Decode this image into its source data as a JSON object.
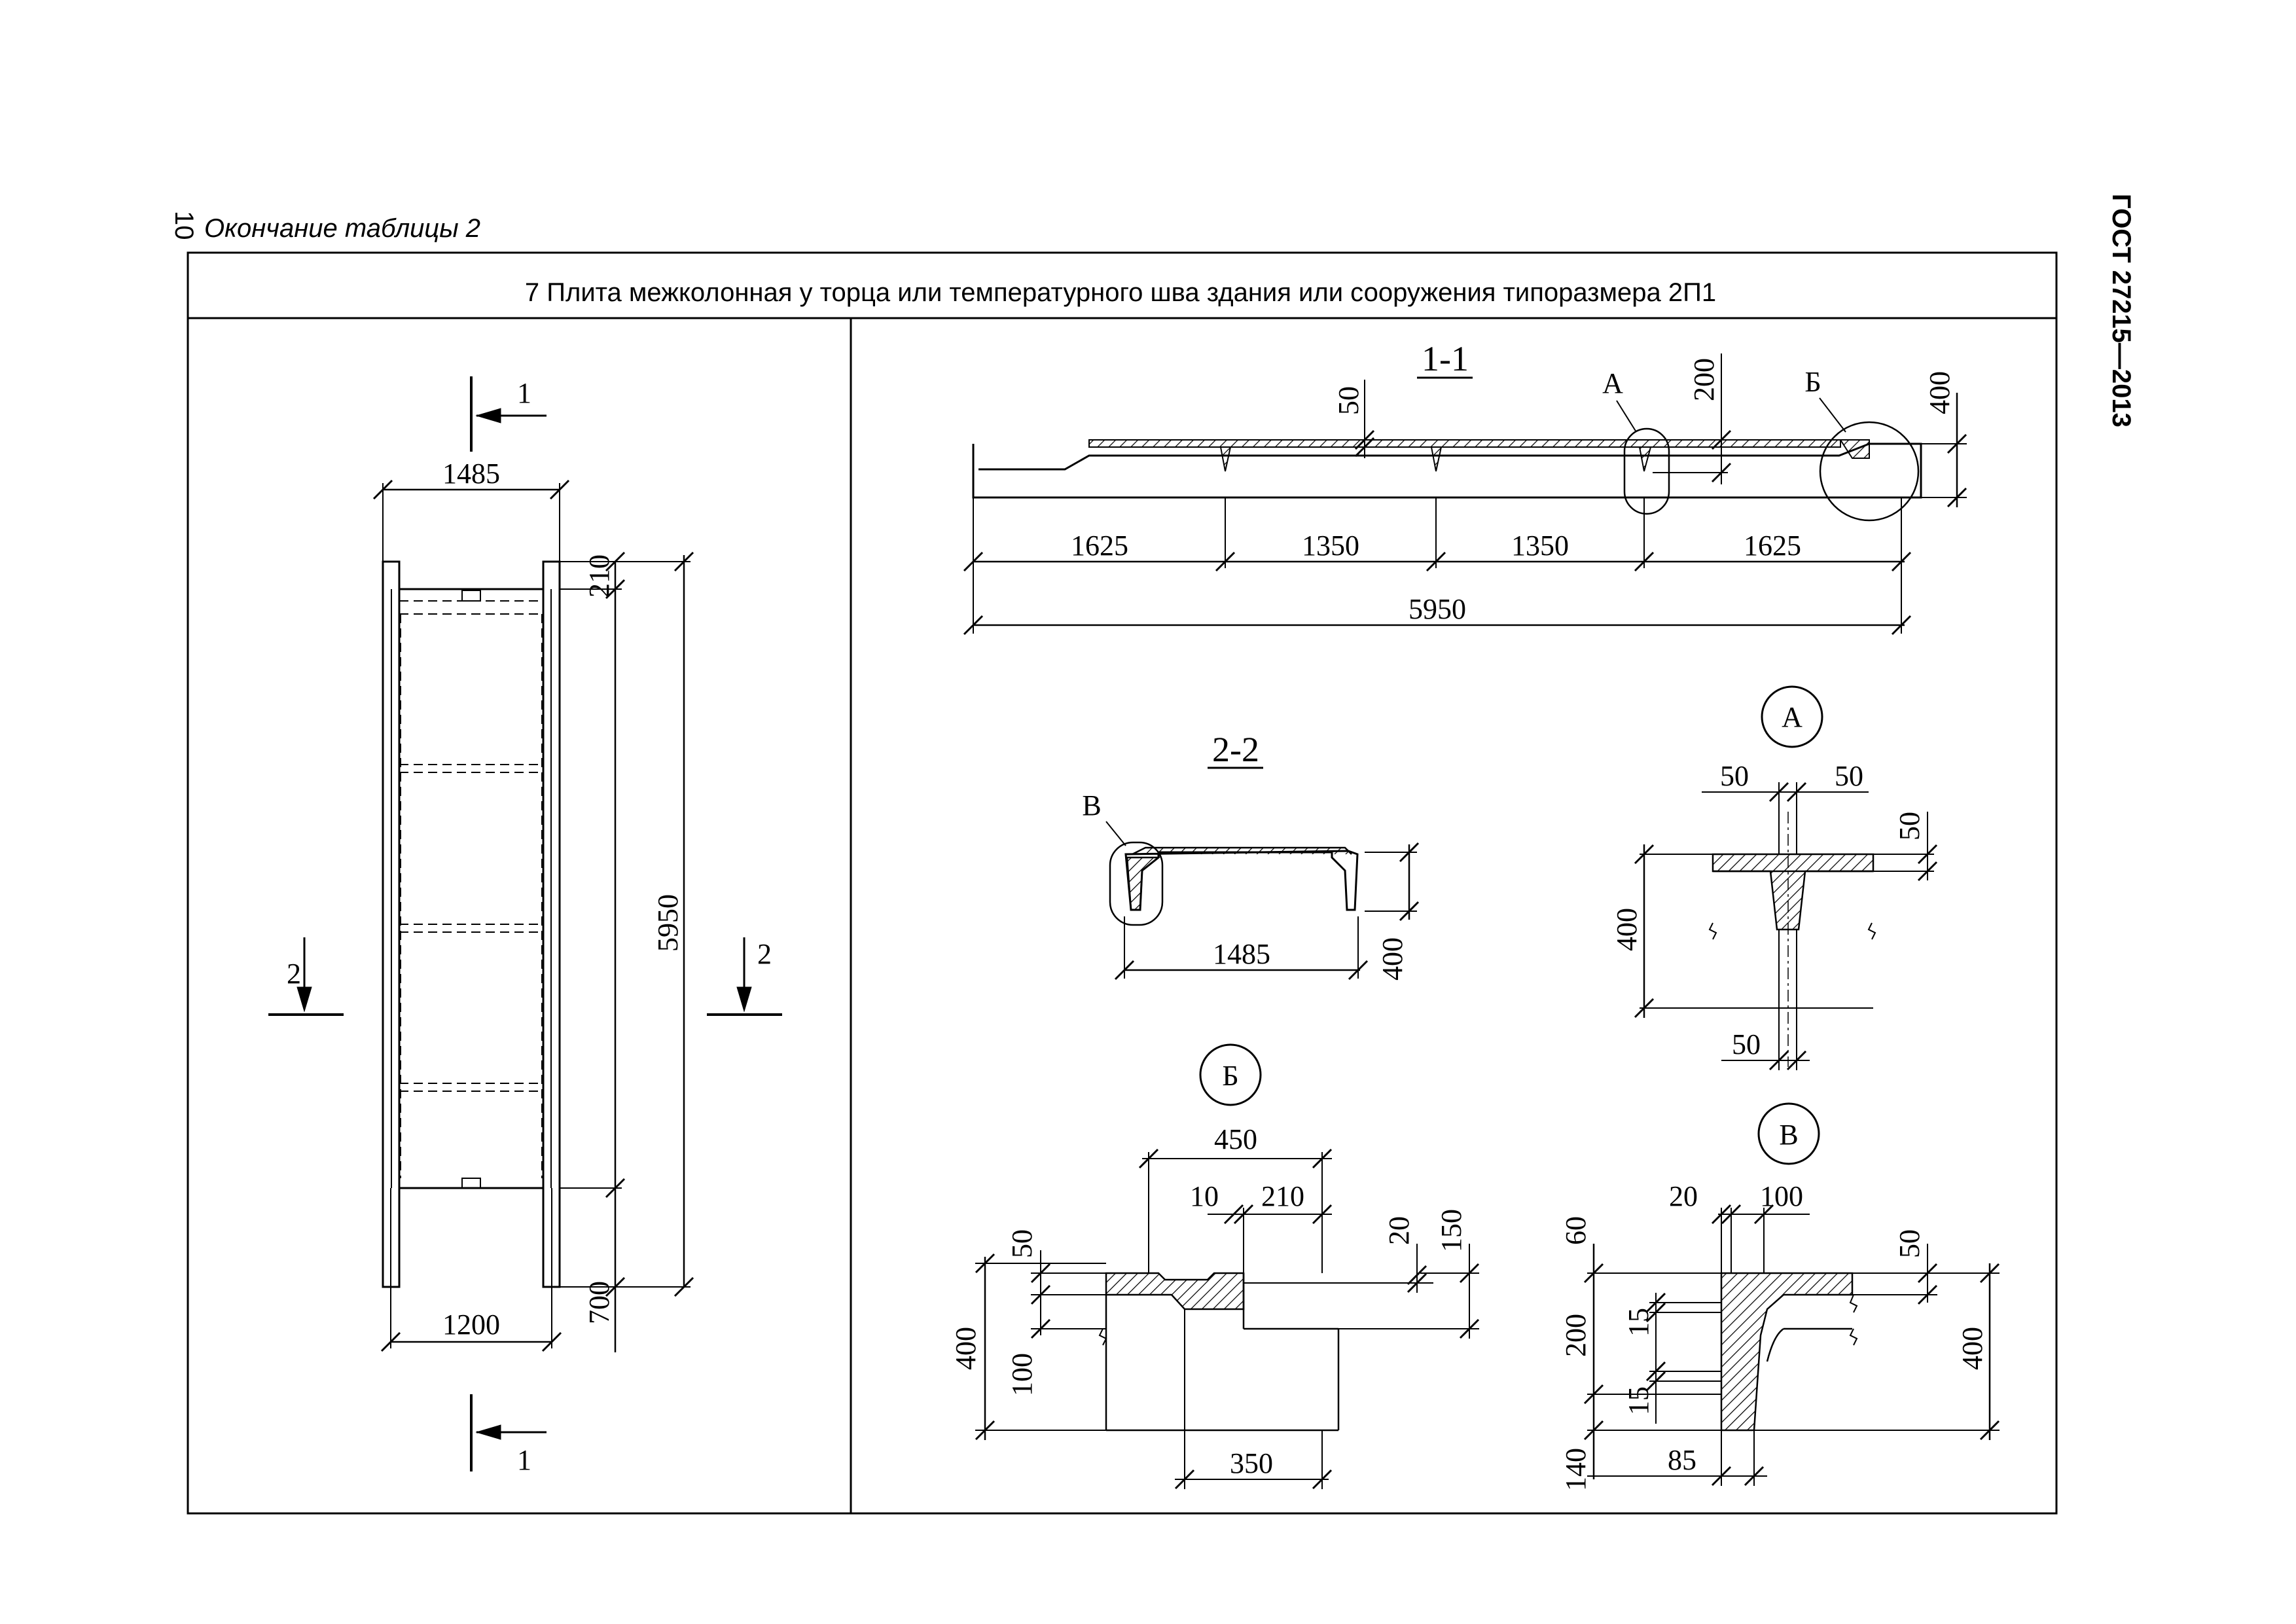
{
  "page": {
    "number": "10",
    "subtitle": "Окончание таблицы 2",
    "standard": "ГОСТ 27215—2013"
  },
  "table": {
    "title": "7 Плита межколонная у торца или температурного шва здания или сооружения типоразмера 2П1"
  },
  "plan": {
    "section1_top": "1",
    "section1_bottom": "1",
    "section2_left": "2",
    "section2_right": "2",
    "dim_width_top": "1485",
    "dim_top_offset": "210",
    "dim_length": "5950",
    "dim_bottom_offset": "700",
    "dim_width_bottom": "1200"
  },
  "section_1_1": {
    "label": "1-1",
    "dim_50": "50",
    "callout_a": "А",
    "dim_200": "200",
    "callout_b": "Б",
    "dim_400": "400",
    "dims": [
      "1625",
      "1350",
      "1350",
      "1625"
    ],
    "dim_total": "5950"
  },
  "section_2_2": {
    "label": "2-2",
    "callout_v": "В",
    "dim_width": "1485",
    "dim_height": "400"
  },
  "detail_a": {
    "label": "А",
    "dim_left": "50",
    "dim_right": "50",
    "dim_flange": "50",
    "dim_height": "400",
    "dim_bottom": "50"
  },
  "detail_b": {
    "label": "Б",
    "dim_450": "450",
    "dim_10": "10",
    "dim_210": "210",
    "dim_20": "20",
    "dim_150": "150",
    "dim_50": "50",
    "dim_400": "400",
    "dim_100": "100",
    "dim_350": "350"
  },
  "detail_v": {
    "label": "В",
    "dim_20": "20",
    "dim_100": "100",
    "dim_60": "60",
    "dim_50": "50",
    "dim_200": "200",
    "dim_15a": "15",
    "dim_15b": "15",
    "dim_400": "400",
    "dim_140": "140",
    "dim_85": "85"
  }
}
